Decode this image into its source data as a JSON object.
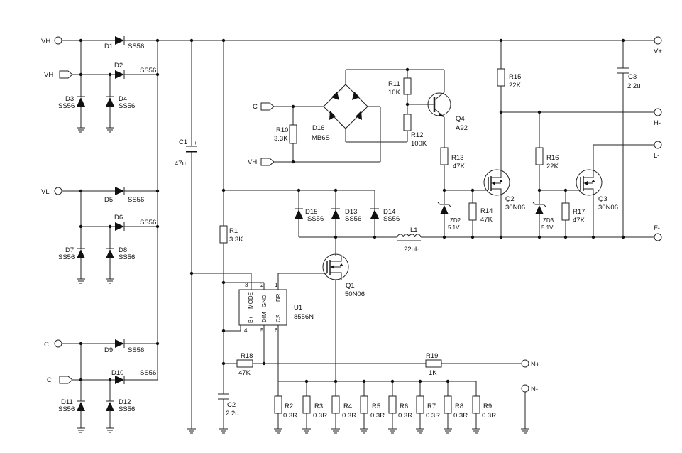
{
  "terminals": {
    "vh1": "VH",
    "vh2": "VH",
    "vl": "VL",
    "c1": "C",
    "c2": "C",
    "c_in": "C",
    "vh_in": "VH",
    "v_plus": "V+",
    "h_minus": "H-",
    "l_minus": "L-",
    "f_minus": "F-",
    "n_plus": "N+",
    "n_minus": "N-"
  },
  "components": {
    "d1": {
      "ref": "D1",
      "value": "SS56"
    },
    "d2": {
      "ref": "D2",
      "value": "SS56"
    },
    "d3": {
      "ref": "D3",
      "value": "SS56"
    },
    "d4": {
      "ref": "D4",
      "value": "SS56"
    },
    "d5": {
      "ref": "D5",
      "value": "SS56"
    },
    "d6": {
      "ref": "D6",
      "value": "SS56"
    },
    "d7": {
      "ref": "D7",
      "value": "SS56"
    },
    "d8": {
      "ref": "D8",
      "value": "SS56"
    },
    "d9": {
      "ref": "D9",
      "value": "SS56"
    },
    "d10": {
      "ref": "D10",
      "value": "SS56"
    },
    "d11": {
      "ref": "D11",
      "value": "SS56"
    },
    "d12": {
      "ref": "D12",
      "value": "SS56"
    },
    "d13": {
      "ref": "D13",
      "value": "SS56"
    },
    "d14": {
      "ref": "D14",
      "value": "SS56"
    },
    "d15": {
      "ref": "D15",
      "value": "SS56"
    },
    "d16": {
      "ref": "D16",
      "value": "MB6S"
    },
    "c1": {
      "ref": "C1",
      "value": "47u"
    },
    "c2": {
      "ref": "C2",
      "value": "2.2u"
    },
    "c3": {
      "ref": "C3",
      "value": "2.2u"
    },
    "r1": {
      "ref": "R1",
      "value": "3.3K"
    },
    "r2": {
      "ref": "R2",
      "value": "0.3R"
    },
    "r3": {
      "ref": "R3",
      "value": "0.3R"
    },
    "r4": {
      "ref": "R4",
      "value": "0.3R"
    },
    "r5": {
      "ref": "R5",
      "value": "0.3R"
    },
    "r6": {
      "ref": "R6",
      "value": "0.3R"
    },
    "r7": {
      "ref": "R7",
      "value": "0.3R"
    },
    "r8": {
      "ref": "R8",
      "value": "0.3R"
    },
    "r9": {
      "ref": "R9",
      "value": "0.3R"
    },
    "r10": {
      "ref": "R10",
      "value": "3.3K"
    },
    "r11": {
      "ref": "R11",
      "value": "10K"
    },
    "r12": {
      "ref": "R12",
      "value": "100K"
    },
    "r13": {
      "ref": "R13",
      "value": "47K"
    },
    "r14": {
      "ref": "R14",
      "value": "47K"
    },
    "r15": {
      "ref": "R15",
      "value": "22K"
    },
    "r16": {
      "ref": "R16",
      "value": "22K"
    },
    "r17": {
      "ref": "R17",
      "value": "47K"
    },
    "r18": {
      "ref": "R18",
      "value": "47K"
    },
    "r19": {
      "ref": "R19",
      "value": "1K"
    },
    "l1": {
      "ref": "L1",
      "value": "22uH"
    },
    "q1": {
      "ref": "Q1",
      "value": "50N06"
    },
    "q2": {
      "ref": "Q2",
      "value": "30N06"
    },
    "q3": {
      "ref": "Q3",
      "value": "30N06"
    },
    "q4": {
      "ref": "Q4",
      "value": "A92"
    },
    "zd2": {
      "ref": "ZD2",
      "value": "5.1V"
    },
    "zd3": {
      "ref": "ZD3",
      "value": "5.1V"
    },
    "u1": {
      "ref": "U1",
      "value": "8556N"
    }
  },
  "u1_pins": {
    "p1": "1",
    "p2": "2",
    "p3": "3",
    "p4": "4",
    "p5": "5",
    "p6": "6",
    "bplus": "B+",
    "mode": "MODE",
    "gnd": "GND",
    "dr": "DR",
    "dim": "DIM",
    "cs": "CS"
  },
  "bridge_marks": {
    "plus": "+",
    "minus": "-"
  },
  "c1_polarity": "+"
}
